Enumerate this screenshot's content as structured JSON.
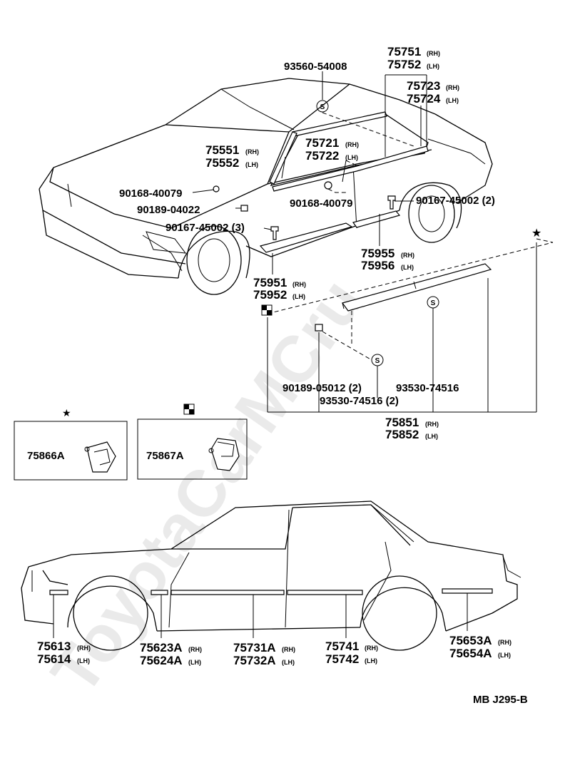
{
  "watermark": "ToyotaCarMCru",
  "diagram_code": "MB J295-B",
  "symbols": {
    "star": "★",
    "check": "checkered-flag"
  },
  "parts": {
    "p93560": "93560-54008",
    "p75751": "75751",
    "p75752": "75752",
    "p75723": "75723",
    "p75724": "75724",
    "p75551": "75551",
    "p75552": "75552",
    "p75721": "75721",
    "p75722": "75722",
    "p90168a": "90168-40079",
    "p90189a": "90189-04022",
    "p90168b": "90168-40079",
    "p90167b": "90167-45002 (2)",
    "p90167a": "90167-45002 (3)",
    "p75955": "75955",
    "p75956": "75956",
    "p75951": "75951",
    "p75952": "75952",
    "p90189b": "90189-05012 (2)",
    "p93530a": "93530-74516",
    "p93530b": "93530-74516 (2)",
    "p75851": "75851",
    "p75852": "75852",
    "p75866A": "75866A",
    "p75867A": "75867A",
    "p75613": "75613",
    "p75614": "75614",
    "p75623A": "75623A",
    "p75624A": "75624A",
    "p75731A": "75731A",
    "p75732A": "75732A",
    "p75741": "75741",
    "p75742": "75742",
    "p75653A": "75653A",
    "p75654A": "75654A"
  },
  "suffix": {
    "rh": "(RH)",
    "lh": "(LH)"
  },
  "screw_mark": "S"
}
